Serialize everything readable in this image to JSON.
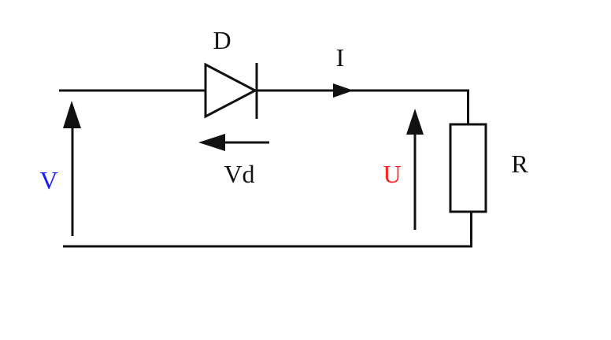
{
  "diagram": {
    "type": "circuit",
    "description": "Series circuit: source voltage V, diode D, resistor R",
    "components": [
      {
        "id": "diode",
        "symbol": "diode",
        "label": "D"
      },
      {
        "id": "resistor",
        "symbol": "resistor",
        "label": "R"
      }
    ],
    "quantities": [
      {
        "id": "source_voltage",
        "label": "V",
        "kind": "voltage-arrow",
        "direction": "up",
        "color": "#1a1aff"
      },
      {
        "id": "diode_voltage",
        "label": "Vd",
        "kind": "voltage-arrow",
        "direction": "left",
        "color": "#111111"
      },
      {
        "id": "current",
        "label": "I",
        "kind": "current-arrow",
        "direction": "right",
        "color": "#111111"
      },
      {
        "id": "resistor_voltage",
        "label": "U",
        "kind": "voltage-arrow",
        "direction": "up",
        "color": "#ff2020"
      }
    ]
  },
  "colors": {
    "wire": "#111111",
    "background": "#ffffff",
    "V": "#1a1aff",
    "U": "#ff2020"
  }
}
